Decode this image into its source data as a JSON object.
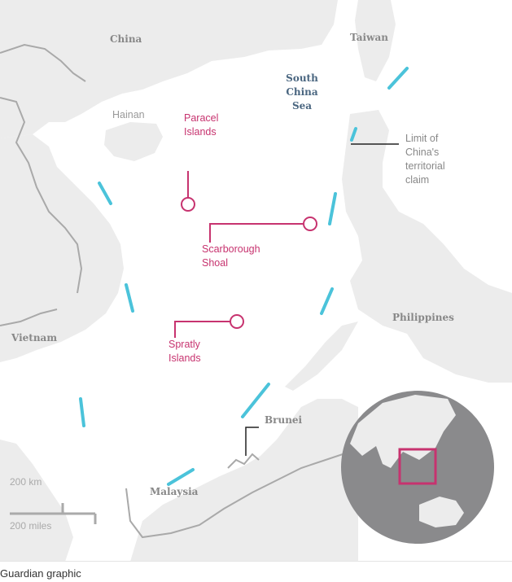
{
  "labels": {
    "china": "China",
    "taiwan": "Taiwan",
    "south_china_sea": [
      "South",
      "China",
      "Sea"
    ],
    "hainan": "Hainan",
    "vietnam": "Vietnam",
    "philippines": "Philippines",
    "brunei": "Brunei",
    "malaysia": "Malaysia"
  },
  "features": {
    "paracel": [
      "Paracel",
      "Islands"
    ],
    "scarborough": [
      "Scarborough",
      "Shoal"
    ],
    "spratly": [
      "Spratly",
      "Islands"
    ]
  },
  "claim_note": [
    "Limit of",
    "China's",
    "territorial",
    "claim"
  ],
  "scale": {
    "km": "200 km",
    "miles": "200 miles"
  },
  "credit": "Guardian graphic",
  "colors": {
    "land": "#ececec",
    "sea": "#ffffff",
    "border": "#a9a9a9",
    "claim_line": "#4bc3da",
    "feature": "#c7336f",
    "globe_sea": "#8a8a8c"
  }
}
